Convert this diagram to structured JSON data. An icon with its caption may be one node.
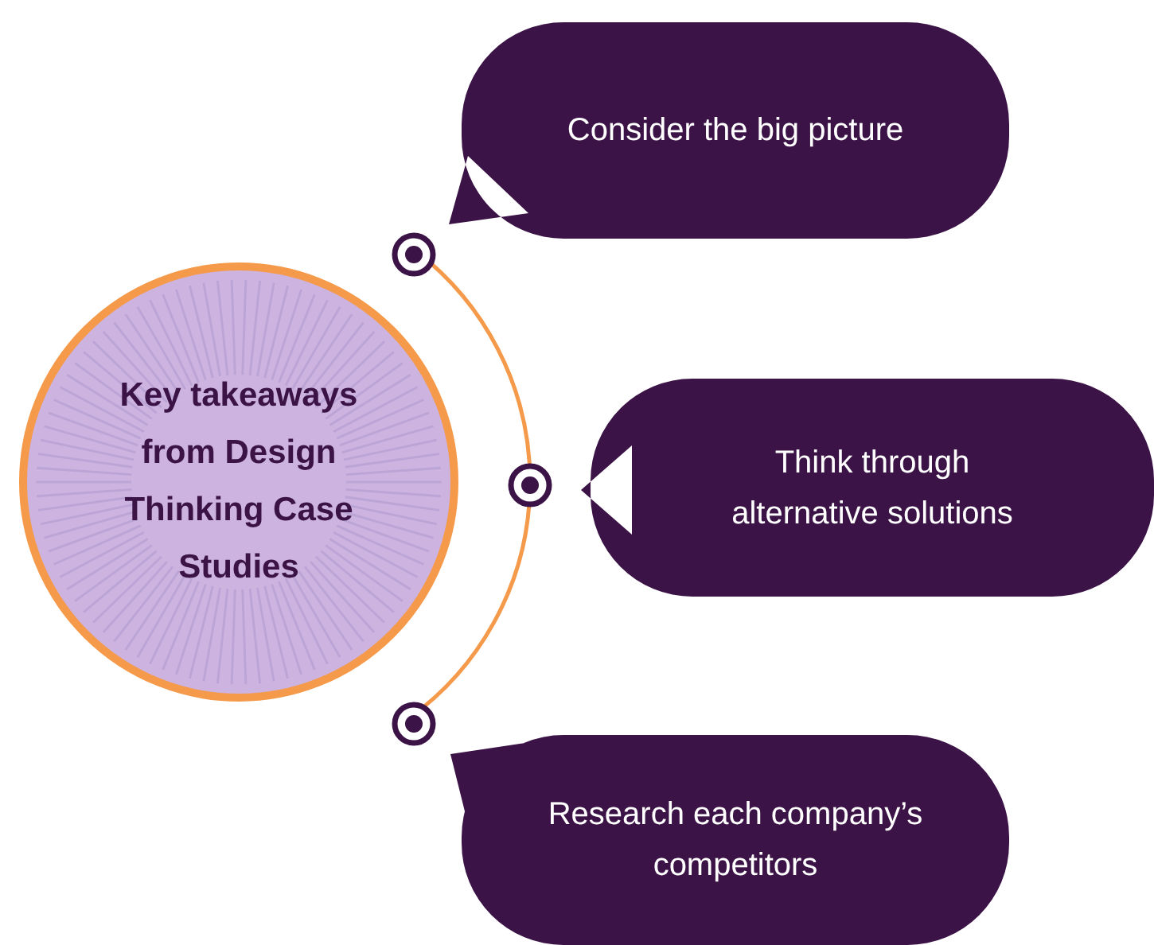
{
  "diagram": {
    "nodes": [
      {
        "text": [
          "Key takeaways from Design Thinking Case Studies"
        ]
      },
      {
        "text": [
          "Consider the big picture"
        ]
      },
      {
        "text": [
          "Think through alternative solutions"
        ]
      },
      {
        "text": [
          "Research each company’s competitors"
        ]
      }
    ]
  }
}
